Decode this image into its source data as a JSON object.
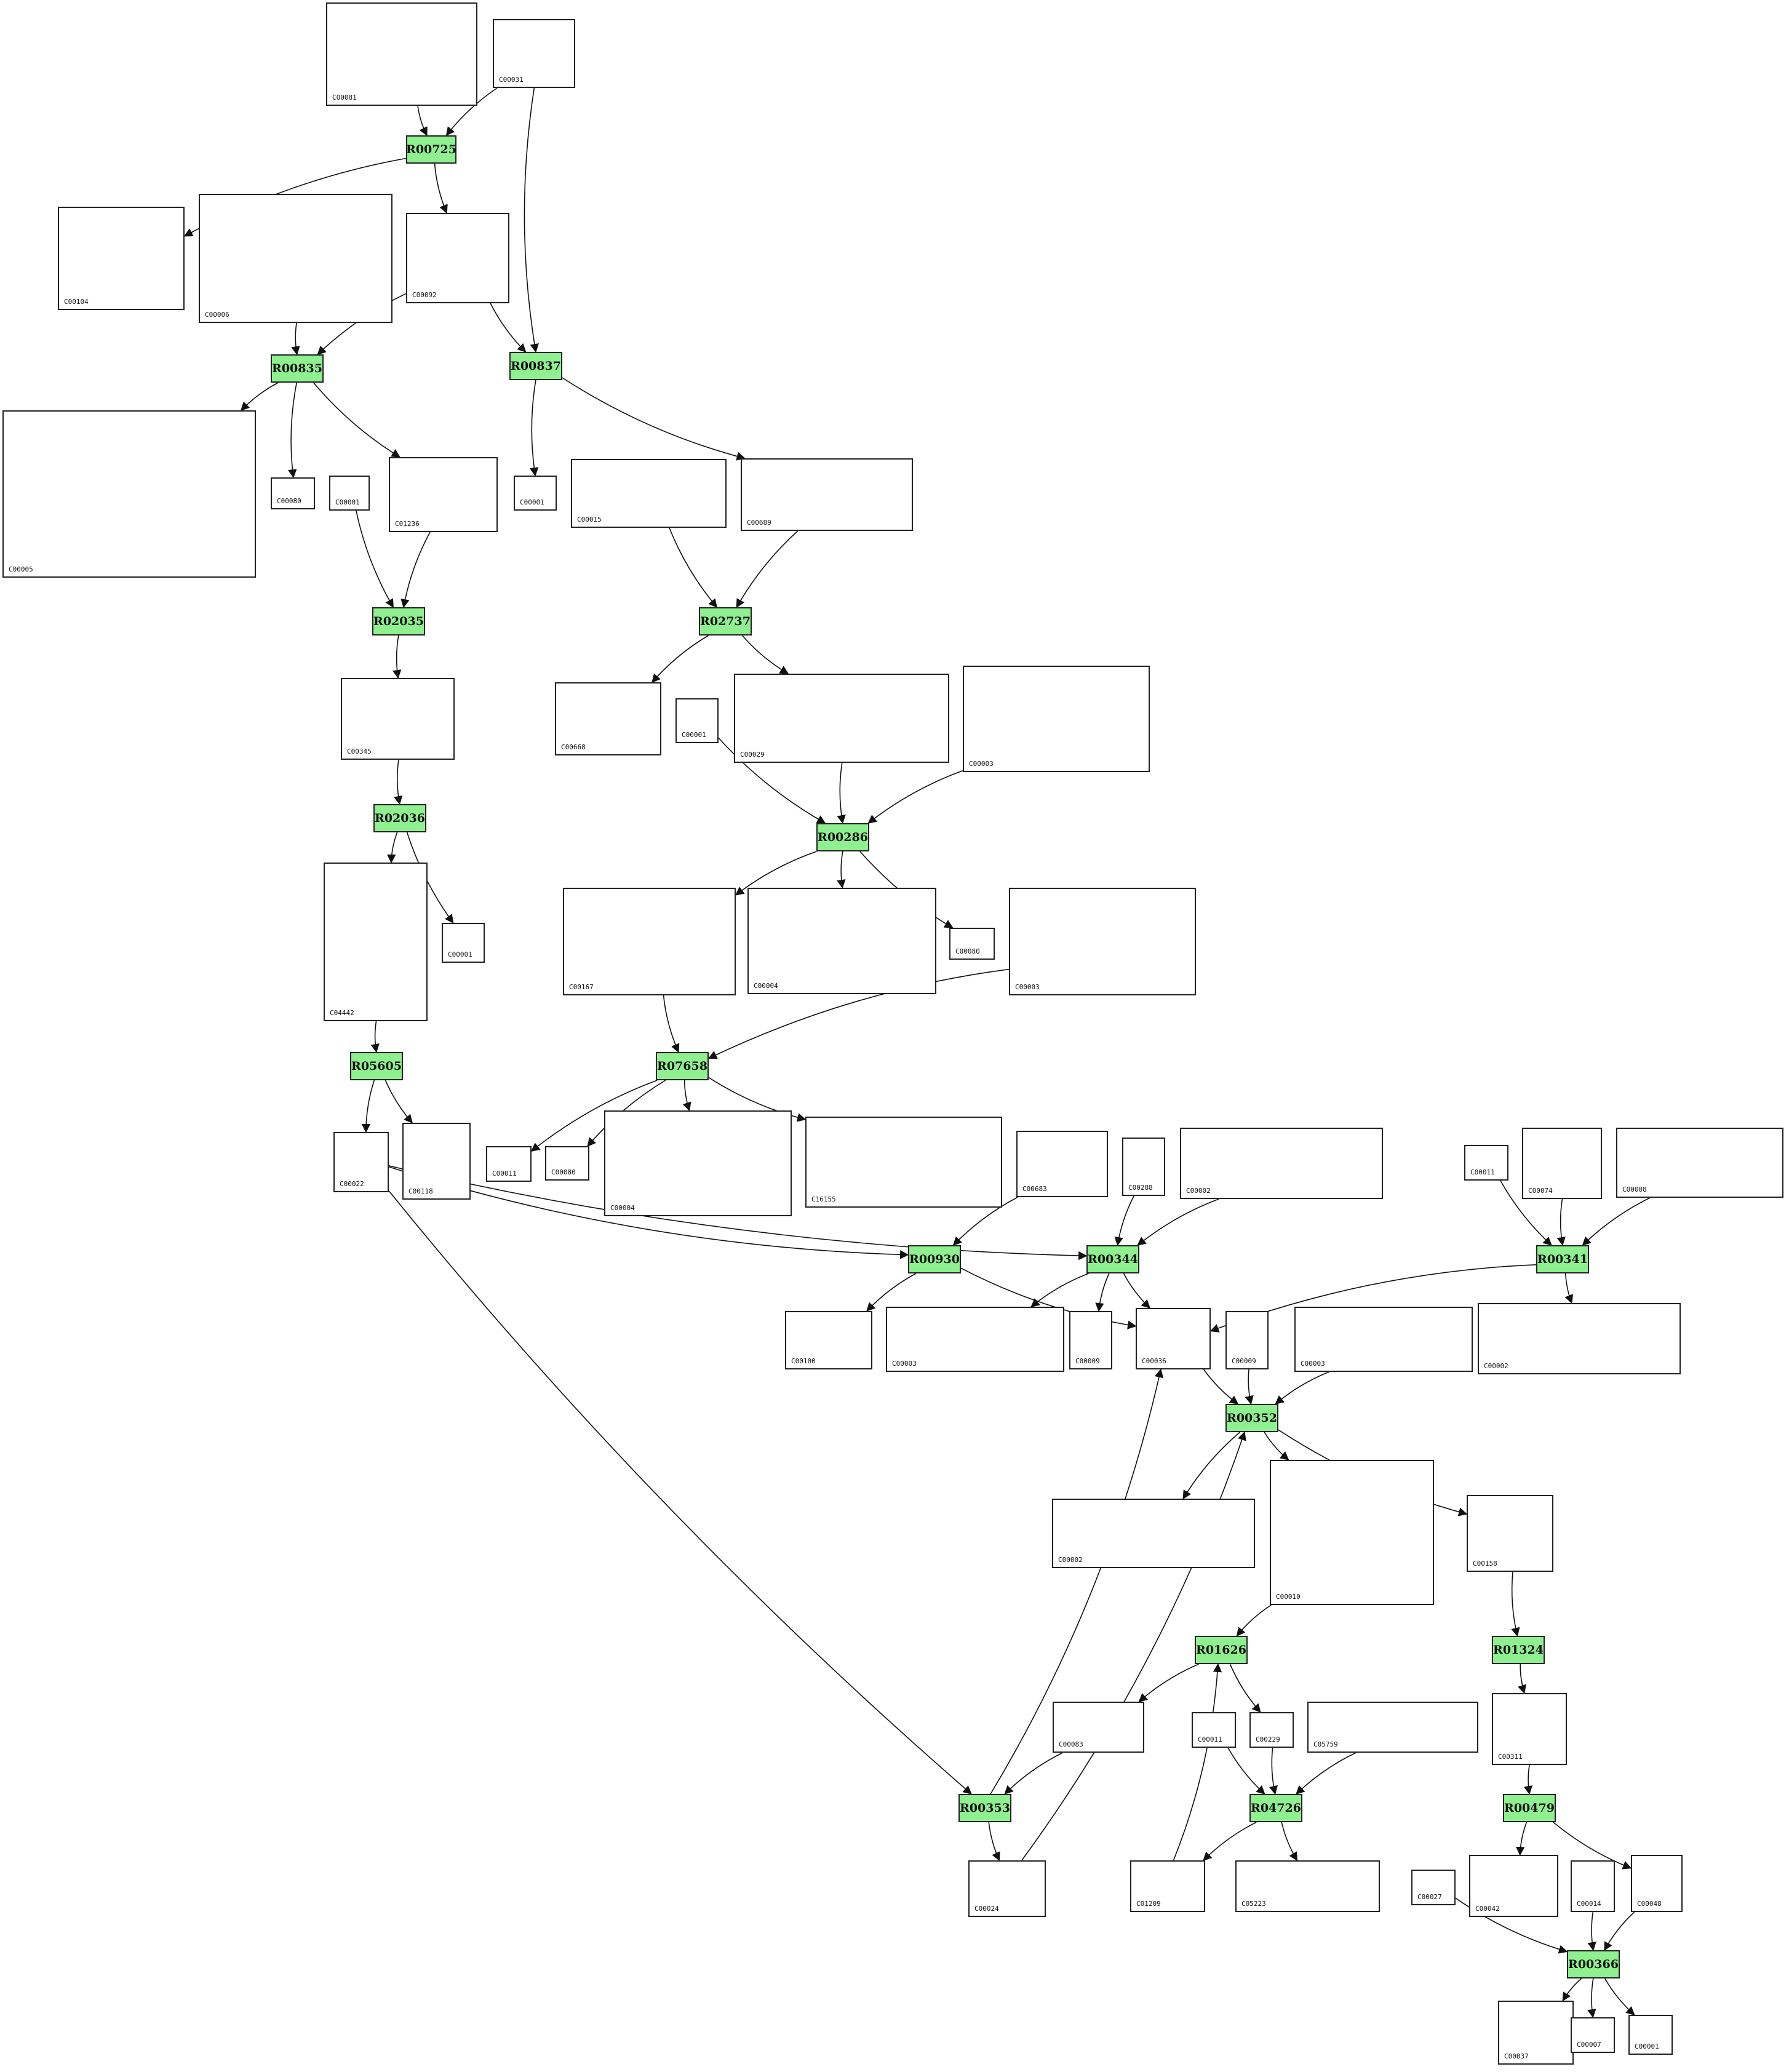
{
  "compounds": [
    {
      "id": "c_C00081",
      "label": "C00081"
    },
    {
      "id": "c_C00031",
      "label": "C00031"
    },
    {
      "id": "c_C00104",
      "label": "C00104"
    },
    {
      "id": "c_C00006",
      "label": "C00006"
    },
    {
      "id": "c_C00092",
      "label": "C00092"
    },
    {
      "id": "c_C00005",
      "label": "C00005"
    },
    {
      "id": "c_C00080a",
      "label": "C00080"
    },
    {
      "id": "c_C00001a",
      "label": "C00001"
    },
    {
      "id": "c_C01236",
      "label": "C01236"
    },
    {
      "id": "c_C00001b",
      "label": "C00001"
    },
    {
      "id": "c_C00015",
      "label": "C00015"
    },
    {
      "id": "c_C00689",
      "label": "C00689"
    },
    {
      "id": "c_C00345",
      "label": "C00345"
    },
    {
      "id": "c_C00668",
      "label": "C00668"
    },
    {
      "id": "c_C00001c",
      "label": "C00001"
    },
    {
      "id": "c_C00029",
      "label": "C00029"
    },
    {
      "id": "c_C00003a",
      "label": "C00003"
    },
    {
      "id": "c_C04442",
      "label": "C04442"
    },
    {
      "id": "c_C00001d",
      "label": "C00001"
    },
    {
      "id": "c_C00167",
      "label": "C00167"
    },
    {
      "id": "c_C00004a",
      "label": "C00004"
    },
    {
      "id": "c_C00080b",
      "label": "C00080"
    },
    {
      "id": "c_C00003b",
      "label": "C00003"
    },
    {
      "id": "c_C00022",
      "label": "C00022"
    },
    {
      "id": "c_C00118",
      "label": "C00118"
    },
    {
      "id": "c_C00011a",
      "label": "C00011"
    },
    {
      "id": "c_C00080c",
      "label": "C00080"
    },
    {
      "id": "c_C00004b",
      "label": "C00004"
    },
    {
      "id": "c_C16155",
      "label": "C16155"
    },
    {
      "id": "c_C00683",
      "label": "C00683"
    },
    {
      "id": "c_C00288",
      "label": "C00288"
    },
    {
      "id": "c_C00002a",
      "label": "C00002"
    },
    {
      "id": "c_C00011b",
      "label": "C00011"
    },
    {
      "id": "c_C00074",
      "label": "C00074"
    },
    {
      "id": "c_C00008",
      "label": "C00008"
    },
    {
      "id": "c_C00100",
      "label": "C00100"
    },
    {
      "id": "c_C00003c",
      "label": "C00003"
    },
    {
      "id": "c_C00009a",
      "label": "C00009"
    },
    {
      "id": "c_C00036",
      "label": "C00036"
    },
    {
      "id": "c_C00009b",
      "label": "C00009"
    },
    {
      "id": "c_C00003d",
      "label": "C00003"
    },
    {
      "id": "c_C00002b",
      "label": "C00002"
    },
    {
      "id": "c_C00002c",
      "label": "C00002"
    },
    {
      "id": "c_C00010",
      "label": "C00010"
    },
    {
      "id": "c_C00158",
      "label": "C00158"
    },
    {
      "id": "c_C00083",
      "label": "C00083"
    },
    {
      "id": "c_C00011c",
      "label": "C00011"
    },
    {
      "id": "c_C00229",
      "label": "C00229"
    },
    {
      "id": "c_C05759",
      "label": "C05759"
    },
    {
      "id": "c_C00311",
      "label": "C00311"
    },
    {
      "id": "c_C00024",
      "label": "C00024"
    },
    {
      "id": "c_C01209",
      "label": "C01209"
    },
    {
      "id": "c_C05223",
      "label": "C05223"
    },
    {
      "id": "c_C00027",
      "label": "C00027"
    },
    {
      "id": "c_C00042",
      "label": "C00042"
    },
    {
      "id": "c_C00014",
      "label": "C00014"
    },
    {
      "id": "c_C00048",
      "label": "C00048"
    },
    {
      "id": "c_C00037",
      "label": "C00037"
    },
    {
      "id": "c_C00007",
      "label": "C00007"
    },
    {
      "id": "c_C00001e",
      "label": "C00001"
    }
  ],
  "reactions": [
    {
      "id": "r_R00725",
      "label": "R00725"
    },
    {
      "id": "r_R00835",
      "label": "R00835"
    },
    {
      "id": "r_R00837",
      "label": "R00837"
    },
    {
      "id": "r_R02035",
      "label": "R02035"
    },
    {
      "id": "r_R02737",
      "label": "R02737"
    },
    {
      "id": "r_R02036",
      "label": "R02036"
    },
    {
      "id": "r_R00286",
      "label": "R00286"
    },
    {
      "id": "r_R05605",
      "label": "R05605"
    },
    {
      "id": "r_R07658",
      "label": "R07658"
    },
    {
      "id": "r_R00930",
      "label": "R00930"
    },
    {
      "id": "r_R00344",
      "label": "R00344"
    },
    {
      "id": "r_R00341",
      "label": "R00341"
    },
    {
      "id": "r_R00352",
      "label": "R00352"
    },
    {
      "id": "r_R01626",
      "label": "R01626"
    },
    {
      "id": "r_R01324",
      "label": "R01324"
    },
    {
      "id": "r_R04726",
      "label": "R04726"
    },
    {
      "id": "r_R00353",
      "label": "R00353"
    },
    {
      "id": "r_R00479",
      "label": "R00479"
    },
    {
      "id": "r_R00366",
      "label": "R00366"
    }
  ],
  "edges": [
    [
      "c_C00081",
      "r_R00725"
    ],
    [
      "c_C00031",
      "r_R00725"
    ],
    [
      "c_C00031",
      "r_R00837"
    ],
    [
      "r_R00725",
      "c_C00104"
    ],
    [
      "r_R00725",
      "c_C00092"
    ],
    [
      "c_C00006",
      "r_R00835"
    ],
    [
      "c_C00092",
      "r_R00835"
    ],
    [
      "c_C00092",
      "r_R00837"
    ],
    [
      "r_R00835",
      "c_C00005"
    ],
    [
      "r_R00835",
      "c_C00080a"
    ],
    [
      "r_R00835",
      "c_C01236"
    ],
    [
      "r_R00837",
      "c_C00001b"
    ],
    [
      "r_R00837",
      "c_C00689"
    ],
    [
      "c_C00001a",
      "r_R02035"
    ],
    [
      "c_C01236",
      "r_R02035"
    ],
    [
      "c_C00015",
      "r_R02737"
    ],
    [
      "c_C00689",
      "r_R02737"
    ],
    [
      "r_R02035",
      "c_C00345"
    ],
    [
      "c_C00345",
      "r_R02036"
    ],
    [
      "r_R02737",
      "c_C00668"
    ],
    [
      "r_R02737",
      "c_C00029"
    ],
    [
      "c_C00001c",
      "r_R00286"
    ],
    [
      "c_C00029",
      "r_R00286"
    ],
    [
      "c_C00003a",
      "r_R00286"
    ],
    [
      "r_R02036",
      "c_C04442"
    ],
    [
      "r_R02036",
      "c_C00001d"
    ],
    [
      "r_R00286",
      "c_C00167"
    ],
    [
      "r_R00286",
      "c_C00004a"
    ],
    [
      "r_R00286",
      "c_C00080b"
    ],
    [
      "c_C04442",
      "r_R05605"
    ],
    [
      "c_C00167",
      "r_R07658"
    ],
    [
      "c_C00003b",
      "r_R07658"
    ],
    [
      "r_R05605",
      "c_C00022"
    ],
    [
      "r_R05605",
      "c_C00118"
    ],
    [
      "r_R07658",
      "c_C00011a"
    ],
    [
      "r_R07658",
      "c_C00080c"
    ],
    [
      "r_R07658",
      "c_C00004b"
    ],
    [
      "r_R07658",
      "c_C16155"
    ],
    [
      "c_C00022",
      "r_R00930"
    ],
    [
      "c_C00022",
      "r_R00344"
    ],
    [
      "c_C00022",
      "r_R00353"
    ],
    [
      "c_C00683",
      "r_R00930"
    ],
    [
      "c_C00288",
      "r_R00344"
    ],
    [
      "c_C00002a",
      "r_R00344"
    ],
    [
      "c_C00011b",
      "r_R00341"
    ],
    [
      "c_C00074",
      "r_R00341"
    ],
    [
      "c_C00008",
      "r_R00341"
    ],
    [
      "r_R00930",
      "c_C00100"
    ],
    [
      "r_R00930",
      "c_C00036"
    ],
    [
      "r_R00344",
      "c_C00003c"
    ],
    [
      "r_R00344",
      "c_C00009a"
    ],
    [
      "r_R00344",
      "c_C00036"
    ],
    [
      "r_R00341",
      "c_C00036"
    ],
    [
      "r_R00341",
      "c_C00002b"
    ],
    [
      "c_C00036",
      "r_R00352"
    ],
    [
      "c_C00009b",
      "r_R00352"
    ],
    [
      "c_C00003d",
      "r_R00352"
    ],
    [
      "r_R00352",
      "c_C00002c"
    ],
    [
      "r_R00352",
      "c_C00010"
    ],
    [
      "r_R00352",
      "c_C00158"
    ],
    [
      "c_C00010",
      "r_R01626"
    ],
    [
      "c_C00158",
      "r_R01324"
    ],
    [
      "r_R01626",
      "c_C00083"
    ],
    [
      "r_R01626",
      "c_C00229"
    ],
    [
      "c_C00011c",
      "r_R04726"
    ],
    [
      "c_C00229",
      "r_R04726"
    ],
    [
      "c_C05759",
      "r_R04726"
    ],
    [
      "r_R01324",
      "c_C00311"
    ],
    [
      "c_C00083",
      "r_R00353"
    ],
    [
      "r_R00353",
      "c_C00036"
    ],
    [
      "r_R00353",
      "c_C00024"
    ],
    [
      "c_C00024",
      "r_R00352"
    ],
    [
      "c_C01209",
      "r_R01626"
    ],
    [
      "r_R04726",
      "c_C01209"
    ],
    [
      "r_R04726",
      "c_C05223"
    ],
    [
      "c_C00311",
      "r_R00479"
    ],
    [
      "r_R00479",
      "c_C00042"
    ],
    [
      "r_R00479",
      "c_C00048"
    ],
    [
      "c_C00027",
      "r_R00366"
    ],
    [
      "c_C00014",
      "r_R00366"
    ],
    [
      "c_C00048",
      "r_R00366"
    ],
    [
      "r_R00366",
      "c_C00037"
    ],
    [
      "r_R00366",
      "c_C00007"
    ],
    [
      "r_R00366",
      "c_C00001e"
    ]
  ]
}
